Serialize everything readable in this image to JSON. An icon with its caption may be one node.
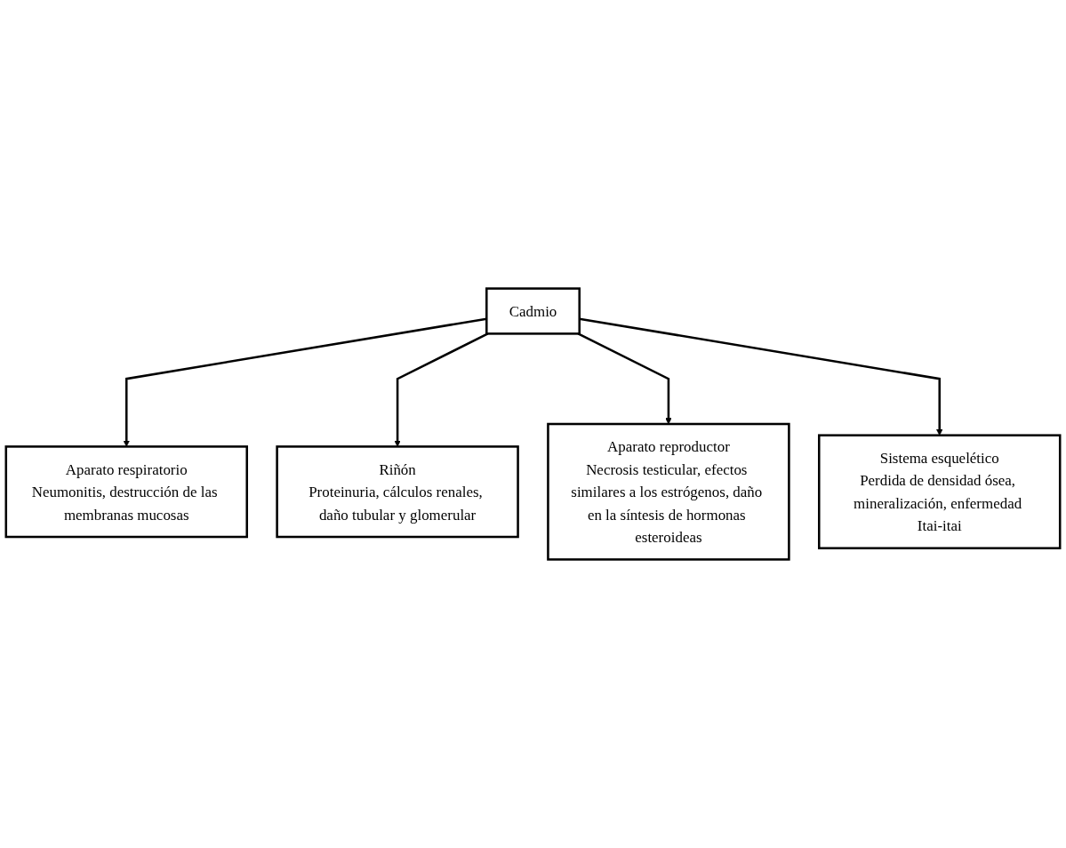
{
  "diagram": {
    "nodes": [
      {
        "text": [
          "Aparato respiratorio",
          "Neumonitis, destrucción de las membranas mucosas"
        ]
      },
      {
        "text": [
          "Riñón",
          "Proteinuria, cálculos renales, daño tubular y glomerular"
        ]
      },
      {
        "text": [
          "Cadmio"
        ]
      },
      {
        "text": [
          "Aparato reproductor",
          "Necrosis testicular, efectos similares a los estrógenos, daño en la síntesis de hormonas esteroideas"
        ]
      },
      {
        "text": [
          "Sistema esquelético",
          "Perdida de densidad ósea, mineralización, enfermedad Itai-itai"
        ]
      }
    ],
    "edges": [
      {
        "from": 2,
        "to": 0,
        "arrow": "to"
      },
      {
        "from": 2,
        "to": 1,
        "arrow": "to"
      },
      {
        "from": 2,
        "to": 3,
        "arrow": "to"
      },
      {
        "from": 2,
        "to": 4,
        "arrow": "to"
      }
    ]
  }
}
